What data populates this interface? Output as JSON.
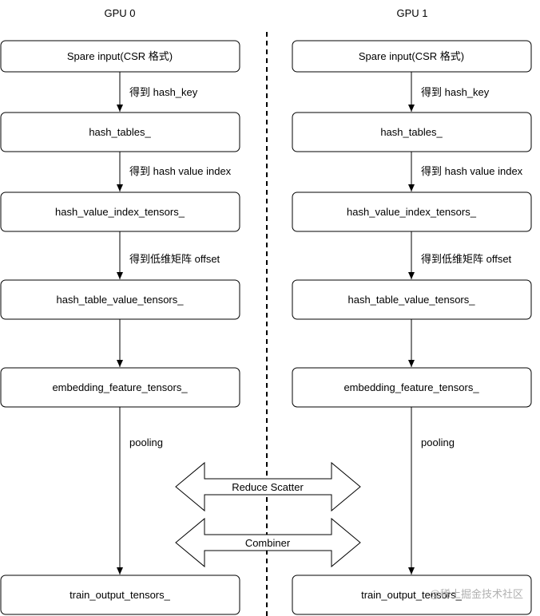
{
  "columns": [
    {
      "title": "GPU 0",
      "nodes": [
        "Spare input(CSR 格式)",
        "hash_tables_",
        "hash_value_index_tensors_",
        "hash_table_value_tensors_",
        "embedding_feature_tensors_",
        "train_output_tensors_"
      ],
      "edges": [
        "得到 hash_key",
        "得到 hash value index",
        "得到低维矩阵 offset",
        "",
        "pooling"
      ]
    },
    {
      "title": "GPU 1",
      "nodes": [
        "Spare input(CSR 格式)",
        "hash_tables_",
        "hash_value_index_tensors_",
        "hash_table_value_tensors_",
        "embedding_feature_tensors_",
        "train_output_tensors_"
      ],
      "edges": [
        "得到 hash_key",
        "得到 hash value index",
        "得到低维矩阵 offset",
        "",
        "pooling"
      ]
    }
  ],
  "exchanges": [
    "Reduce Scatter",
    "Combiner"
  ],
  "watermark": "@稀土掘金技术社区"
}
